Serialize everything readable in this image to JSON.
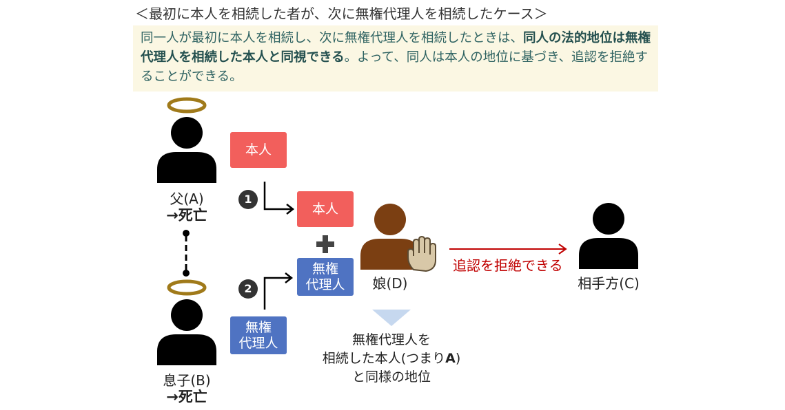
{
  "heading": "＜最初に本人を相続した者が、次に無権代理人を相続したケース＞",
  "summary": {
    "part1": "同一人が最初に本人を相続し、次に無権代理人を相続したときは、",
    "bold": "同人の法的地位は無権代理人を相続した本人と同視できる",
    "part2": "。よって、同人は本人の地位に基づき、追認を拒絶することができる。"
  },
  "persons": {
    "father": {
      "name": "父(A)",
      "status": "→死亡"
    },
    "son": {
      "name": "息子(B)",
      "status": "→死亡"
    },
    "daughter": {
      "name": "娘(D)"
    },
    "counterparty": {
      "name": "相手方(C)"
    }
  },
  "boxes": {
    "principal_top": "本人",
    "principal_mid": "本人",
    "plus": "+",
    "agent_mid_line1": "無権",
    "agent_mid_line2": "代理人",
    "agent_bottom_line1": "無権",
    "agent_bottom_line2": "代理人"
  },
  "steps": {
    "step1": "1",
    "step2": "2"
  },
  "rejection": "追認を拒絶できる",
  "note": {
    "line1": "無権代理人を",
    "line2_prefix": "相続した本人(つまり",
    "line2_bold": "A",
    "line2_suffix": ")",
    "line3": "と同様の地位"
  },
  "colors": {
    "principal_box": "#f25f5c",
    "agent_box": "#4f73c2",
    "summary_bg": "#fbf7e3",
    "summary_text": "#2f6362",
    "halo": "#a07a1a",
    "person": "#000000",
    "daughter": "#7b3f12",
    "hand": "#d8c8a8",
    "arrow_reject": "#c00000",
    "down_triangle": "#c6d8ef"
  },
  "icons": [
    "halo-icon",
    "person-icon",
    "raised-hand-icon",
    "arrow-icon",
    "down-triangle-icon"
  ]
}
